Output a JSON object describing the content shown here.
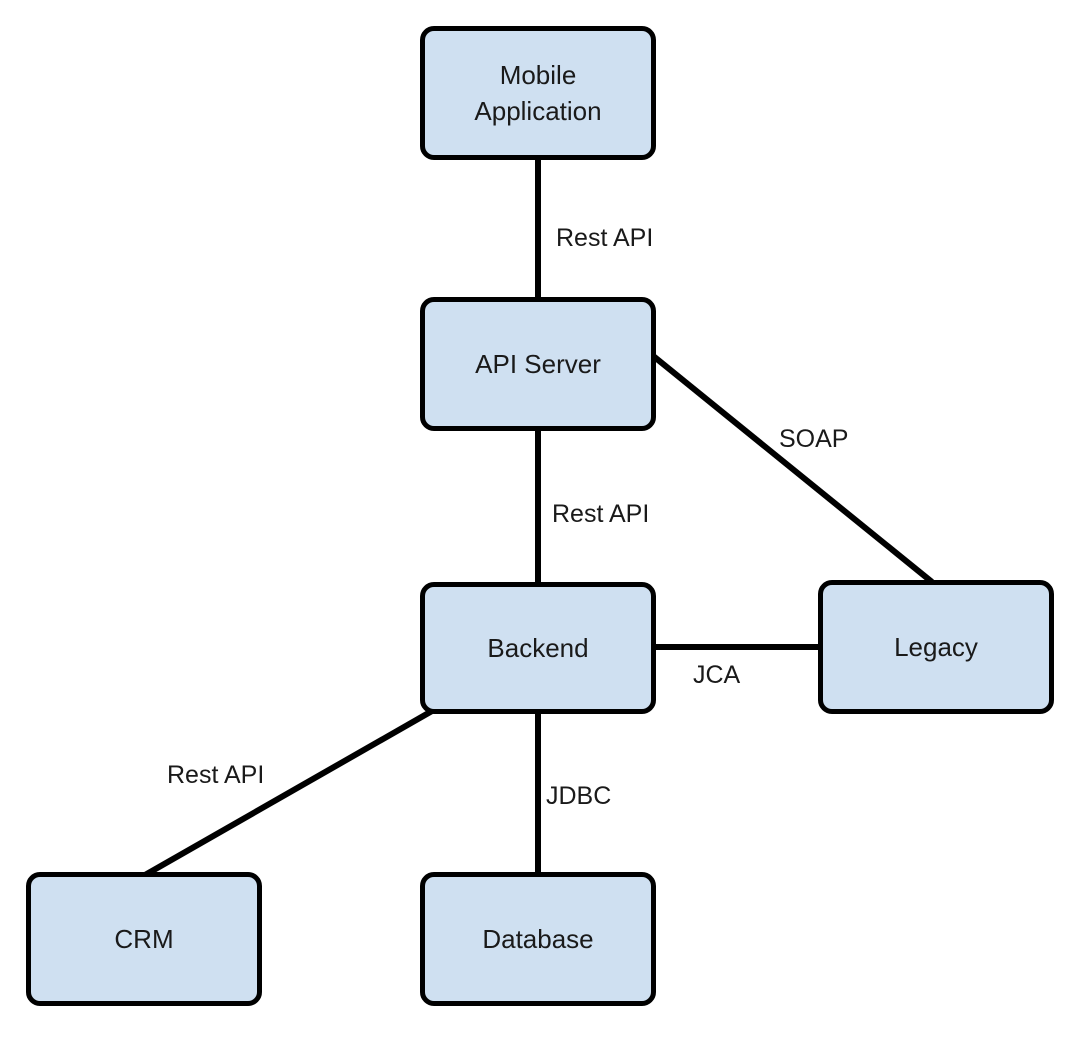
{
  "colors": {
    "node_fill": "#cfe0f1",
    "node_border": "#000000",
    "edge": "#000000",
    "text": "#1a1a1a"
  },
  "nodes": {
    "mobile": "Mobile\nApplication",
    "api_server": "API Server",
    "backend": "Backend",
    "legacy": "Legacy",
    "crm": "CRM",
    "database": "Database"
  },
  "edges": {
    "mobile_api": "Rest API",
    "api_backend": "Rest API",
    "api_legacy": "SOAP",
    "backend_legacy": "JCA",
    "backend_crm": "Rest API",
    "backend_database": "JDBC"
  }
}
